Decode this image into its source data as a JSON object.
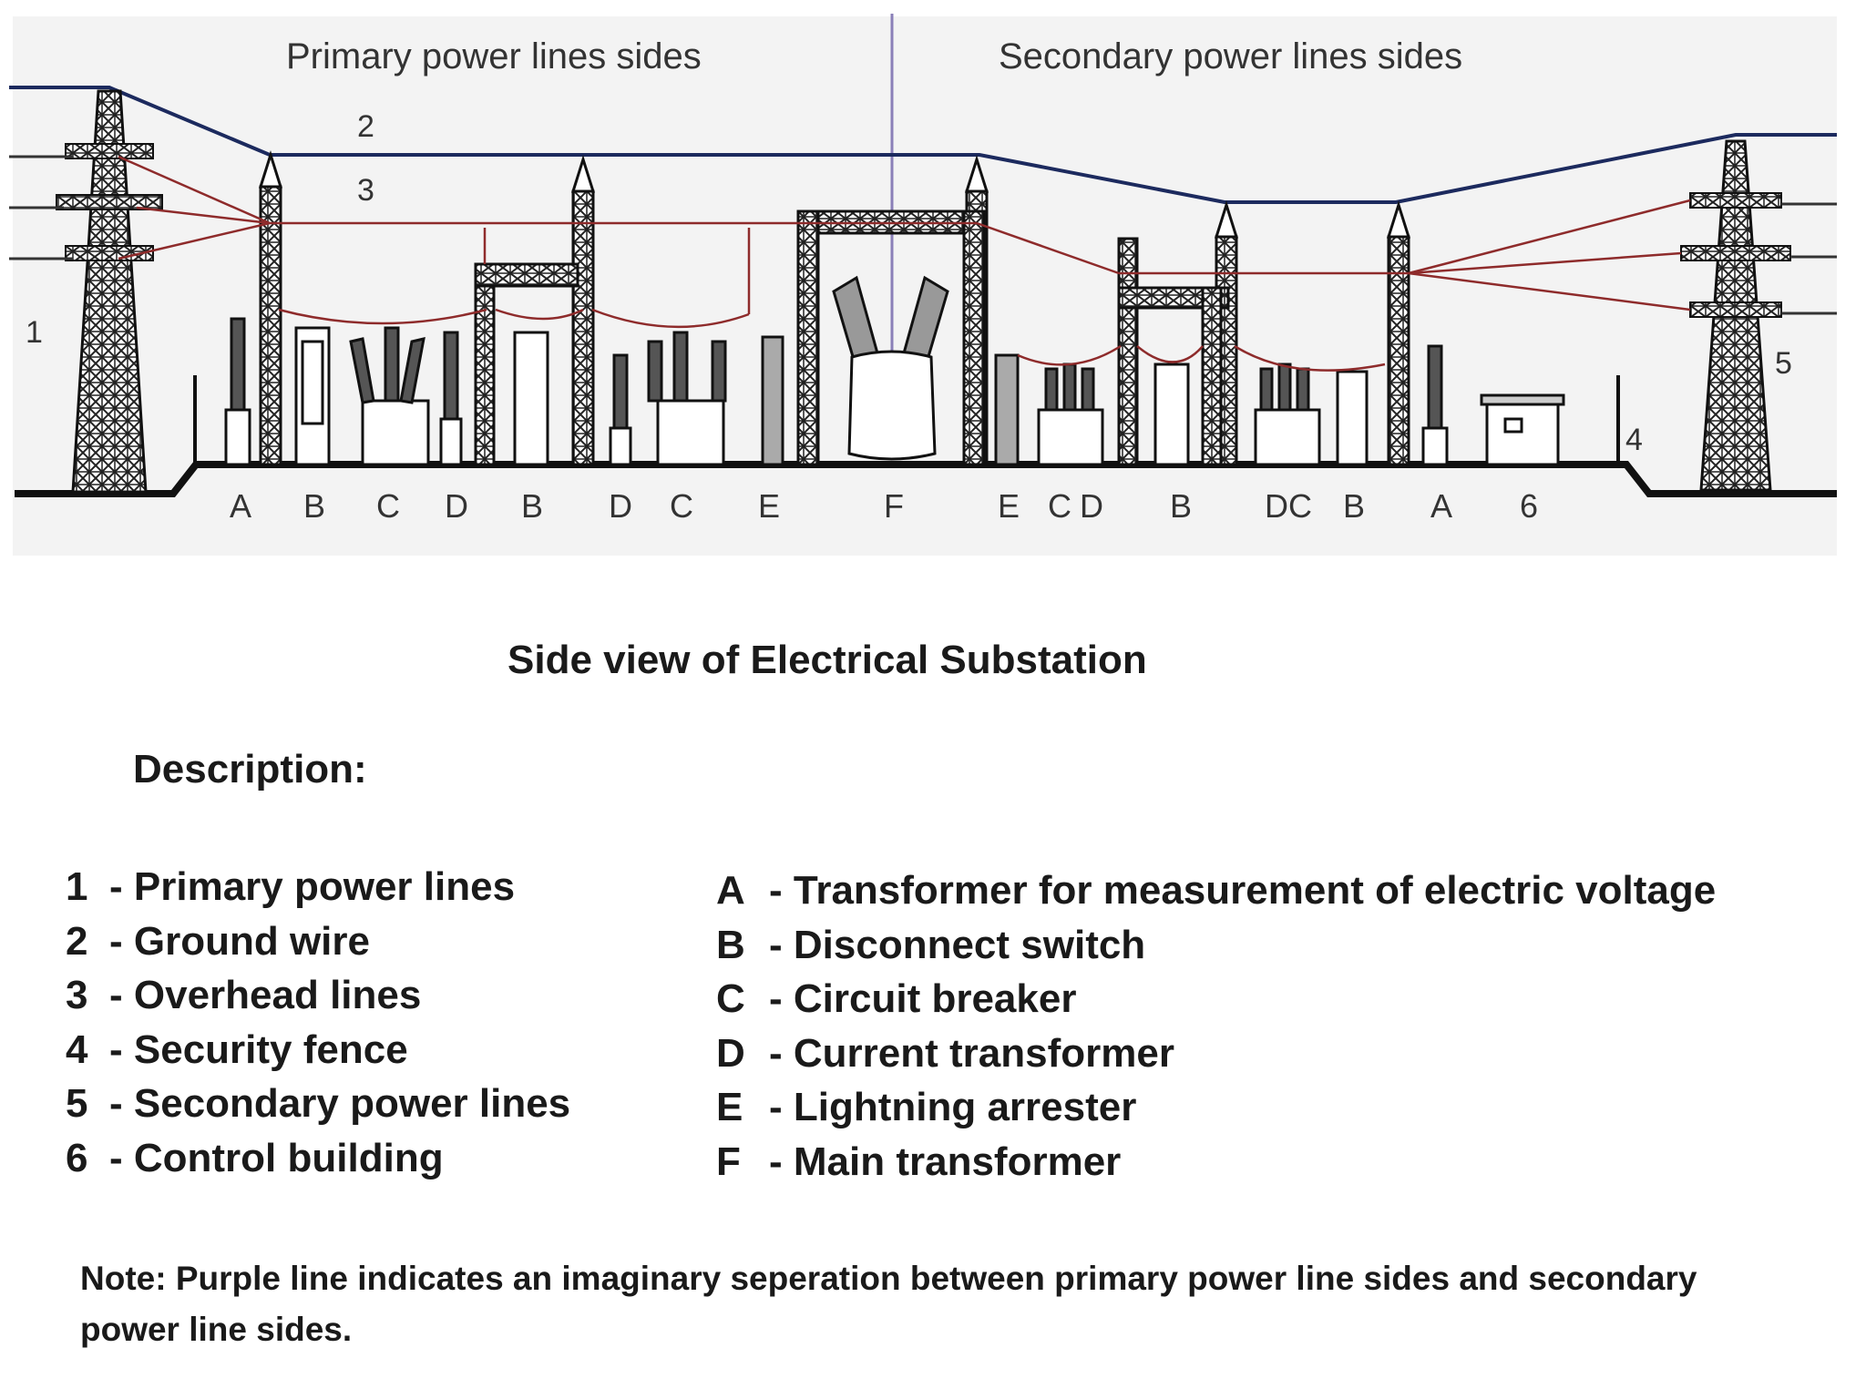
{
  "header": {
    "primary_side_label": "Primary power lines sides",
    "secondary_side_label": "Secondary power lines sides"
  },
  "diagram_labels": {
    "n1": "1",
    "n2": "2",
    "n3": "3",
    "n4": "4",
    "n5": "5",
    "n6": "6",
    "ground_letters": [
      "A",
      "B",
      "C",
      "D",
      "B",
      "D",
      "C",
      "E",
      "F",
      "E",
      "C",
      "D",
      "B",
      "D",
      "C",
      "B",
      "A",
      "6"
    ]
  },
  "caption": "Side view of Electrical Substation",
  "description_heading": "Description:",
  "legend_numbers": [
    {
      "key": "1",
      "text": "- Primary power lines"
    },
    {
      "key": "2",
      "text": "- Ground wire"
    },
    {
      "key": "3",
      "text": "- Overhead lines"
    },
    {
      "key": "4",
      "text": "- Security fence"
    },
    {
      "key": "5",
      "text": "- Secondary power lines"
    },
    {
      "key": "6",
      "text": "- Control building"
    }
  ],
  "legend_letters": [
    {
      "key": "A",
      "text": "- Transformer for measurement of electric voltage"
    },
    {
      "key": "B",
      "text": "- Disconnect switch"
    },
    {
      "key": "C",
      "text": "- Circuit breaker"
    },
    {
      "key": "D",
      "text": "- Current transformer"
    },
    {
      "key": "E",
      "text": "- Lightning arrester"
    },
    {
      "key": "F",
      "text": "- Main transformer"
    }
  ],
  "note": "Note: Purple line indicates an imaginary seperation between primary power line sides and secondary power line sides.",
  "colors": {
    "ground_wire": "#1c2a5e",
    "overhead_lines": "#8e2b2b",
    "separator": "#8a7fb8",
    "panel": "#f3f3f3"
  }
}
